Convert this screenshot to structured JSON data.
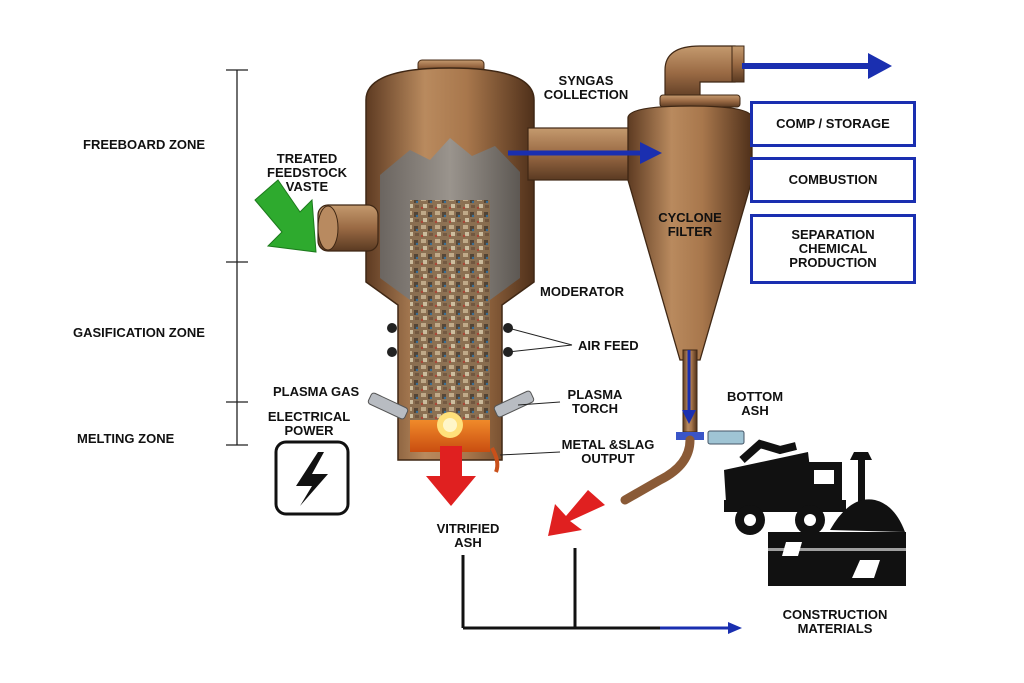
{
  "zones": {
    "freeboard": "FREEBOARD ZONE",
    "gasification": "GASIFICATION ZONE",
    "melting": "MELTING ZONE"
  },
  "labels": {
    "treated_feedstock": [
      "TREATED",
      "FEEDSTOCK",
      "VASTE"
    ],
    "syngas_collection": [
      "SYNGAS",
      "COLLECTION"
    ],
    "cyclone_filter": [
      "CYCLONE",
      "FILTER"
    ],
    "moderator": "MODERATOR",
    "air_feed": "AIR FEED",
    "plasma_gas": "PLASMA GAS",
    "electrical_power": [
      "ELECTRICAL",
      "POWER"
    ],
    "plasma_torch": [
      "PLASMA",
      "TORCH"
    ],
    "bottom_ash": [
      "BOTTOM",
      "ASH"
    ],
    "metal_slag_output": [
      "METAL &SLAG",
      "OUTPUT"
    ],
    "vitrified_ash": [
      "VITRIFIED",
      "ASH"
    ],
    "construction_materials": [
      "CONSTRUCTION",
      "MATERIALS"
    ]
  },
  "outputs": {
    "comp_storage": "COMP / STORAGE",
    "combustion": "COMBUSTION",
    "separation": [
      "SEPARATION",
      "CHEMICAL",
      "PRODUCTION"
    ]
  },
  "colors": {
    "vessel_bronze": "#9a6a44",
    "vessel_dark": "#5a3a22",
    "flow_blue": "#1a2fb0",
    "feed_green": "#2eaa2e",
    "slag_red": "#e02020",
    "box_border": "#1a2fb0"
  },
  "icons": [
    "lightning-bolt-icon",
    "dump-truck-icon",
    "construction-site-icon"
  ]
}
